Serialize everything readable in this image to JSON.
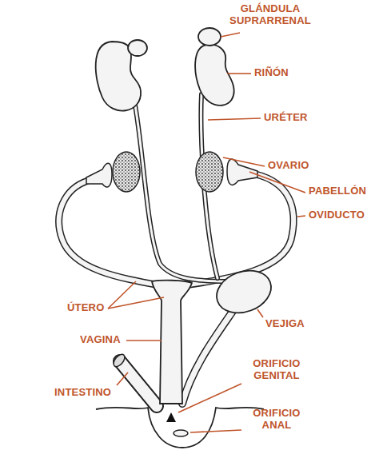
{
  "diagram": {
    "labels": [
      "GLÁNDULA SUPRARRENAL",
      "RIÑÓN",
      "URÉTER",
      "OVARIO",
      "PABELLÓN",
      "OVIDUCTO",
      "ÚTERO",
      "VAGINA",
      "VEJIGA",
      "INTESTINO",
      "ORIFICIO GENITAL",
      "ORIFICIO ANAL"
    ]
  }
}
